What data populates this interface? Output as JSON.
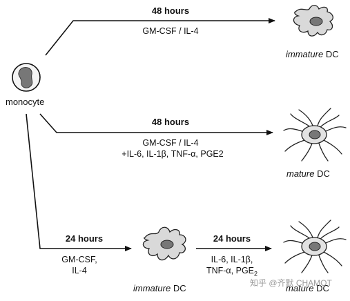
{
  "source": {
    "label": "monocyte"
  },
  "paths": [
    {
      "duration": "48 hours",
      "factors": [
        "GM-CSF / IL-4"
      ],
      "result_adjective": "immature",
      "result_noun": "DC"
    },
    {
      "duration": "48 hours",
      "factors": [
        "GM-CSF / IL-4",
        "+IL-6, IL-1β, TNF-α, PGE2"
      ],
      "result_adjective": "mature",
      "result_noun": "DC"
    },
    {
      "step1": {
        "duration": "24 hours",
        "factors": [
          "GM-CSF,",
          "IL-4"
        ],
        "result_adjective": "immature",
        "result_noun": "DC"
      },
      "step2": {
        "duration": "24 hours",
        "factors": [
          "IL-6, IL-1β,",
          "TNF-α, PGE"
        ],
        "pge_subscript": "2",
        "result_adjective": "mature",
        "result_noun": "DC"
      }
    }
  ],
  "watermark": "知乎 @齐默 CHAMOT"
}
